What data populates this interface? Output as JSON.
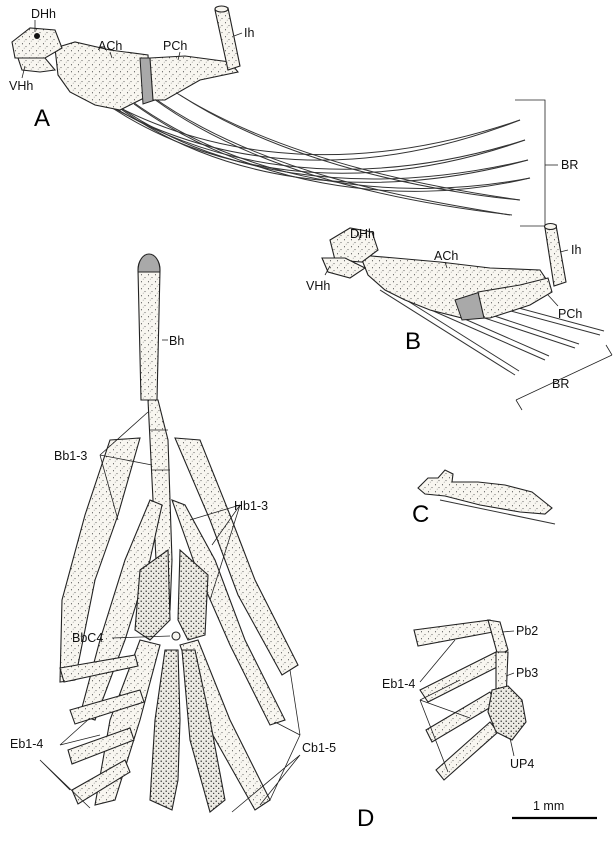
{
  "panels": {
    "A": "A",
    "B": "B",
    "C": "C",
    "D": "D"
  },
  "labels": {
    "A": {
      "DHh": "DHh",
      "VHh": "VHh",
      "ACh": "ACh",
      "PCh": "PCh",
      "Ih": "Ih",
      "BR": "BR"
    },
    "B": {
      "DHh": "DHh",
      "VHh": "VHh",
      "ACh": "ACh",
      "PCh": "PCh",
      "Ih": "Ih",
      "BR": "BR"
    },
    "D": {
      "Bh": "Bh",
      "Bb": "Bb1-3",
      "Hb": "Hb1-3",
      "BbC4": "BbC4",
      "Eb": "Eb1-4",
      "Cb": "Cb1-5"
    },
    "E": {
      "Pb2": "Pb2",
      "Pb3": "Pb3",
      "Eb": "Eb1-4",
      "UP4": "UP4"
    }
  },
  "scalebar": {
    "label": "1 mm"
  }
}
